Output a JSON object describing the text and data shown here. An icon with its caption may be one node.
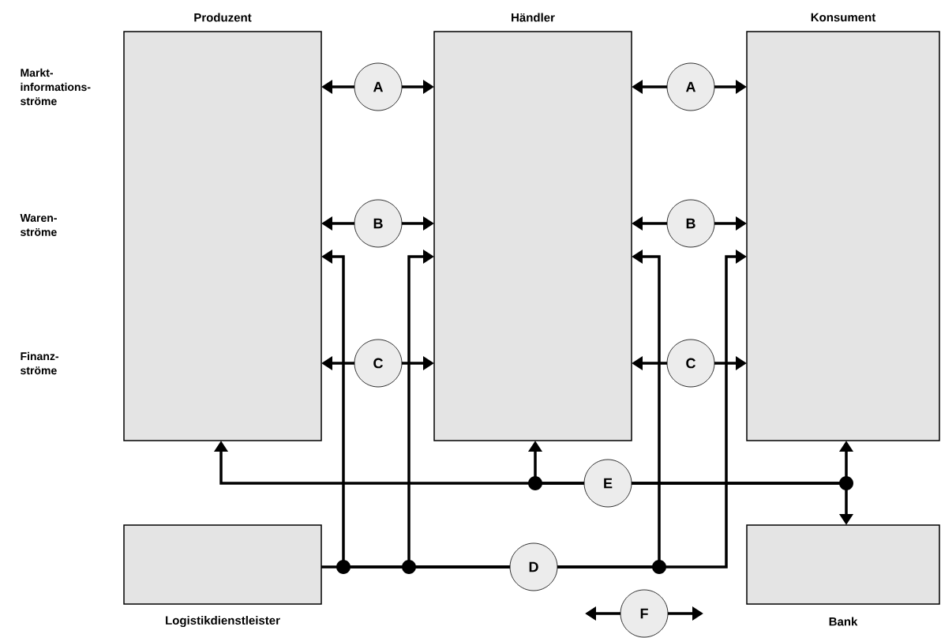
{
  "diagram": {
    "nodes": [
      {
        "text": [
          "Produzent"
        ]
      },
      {
        "text": [
          "Händler"
        ]
      },
      {
        "text": [
          "Konsument"
        ]
      },
      {
        "text": [
          "Logistikdienstleister"
        ]
      },
      {
        "text": [
          "Bank"
        ]
      },
      {
        "text": [
          "A"
        ]
      },
      {
        "text": [
          "A"
        ]
      },
      {
        "text": [
          "B"
        ]
      },
      {
        "text": [
          "B"
        ]
      },
      {
        "text": [
          "C"
        ]
      },
      {
        "text": [
          "C"
        ]
      },
      {
        "text": [
          "E"
        ]
      },
      {
        "text": [
          "D"
        ]
      },
      {
        "text": [
          "F"
        ]
      }
    ],
    "edges": [
      {
        "from": 5,
        "to": 0,
        "arrow": "to"
      },
      {
        "from": 5,
        "to": 1,
        "arrow": "to"
      },
      {
        "from": 6,
        "to": 1,
        "arrow": "to"
      },
      {
        "from": 6,
        "to": 2,
        "arrow": "to"
      },
      {
        "from": 7,
        "to": 0,
        "arrow": "to"
      },
      {
        "from": 7,
        "to": 1,
        "arrow": "to"
      },
      {
        "from": 8,
        "to": 1,
        "arrow": "to"
      },
      {
        "from": 8,
        "to": 2,
        "arrow": "to"
      },
      {
        "from": 9,
        "to": 0,
        "arrow": "to"
      },
      {
        "from": 9,
        "to": 1,
        "arrow": "to"
      },
      {
        "from": 10,
        "to": 1,
        "arrow": "to"
      },
      {
        "from": 10,
        "to": 2,
        "arrow": "to"
      },
      {
        "from": 11,
        "to": 0,
        "arrow": "to"
      },
      {
        "from": 11,
        "to": 1,
        "arrow": "to"
      },
      {
        "from": 11,
        "to": 2,
        "arrow": "to"
      },
      {
        "from": 11,
        "to": 4,
        "arrow": "to"
      },
      {
        "from": 3,
        "to": 12,
        "arrow": "none"
      },
      {
        "from": 12,
        "to": 0,
        "arrow": "to"
      },
      {
        "from": 12,
        "to": 1,
        "arrow": "to"
      },
      {
        "from": 12,
        "to": 1,
        "arrow": "to"
      },
      {
        "from": 12,
        "to": 2,
        "arrow": "to"
      },
      {
        "from": 13,
        "to": null,
        "arrow": "to"
      },
      {
        "from": 13,
        "to": null,
        "arrow": "to"
      }
    ],
    "labels": [
      "Markt- informations- ströme",
      "Waren- ströme",
      "Finanz- ströme"
    ]
  }
}
